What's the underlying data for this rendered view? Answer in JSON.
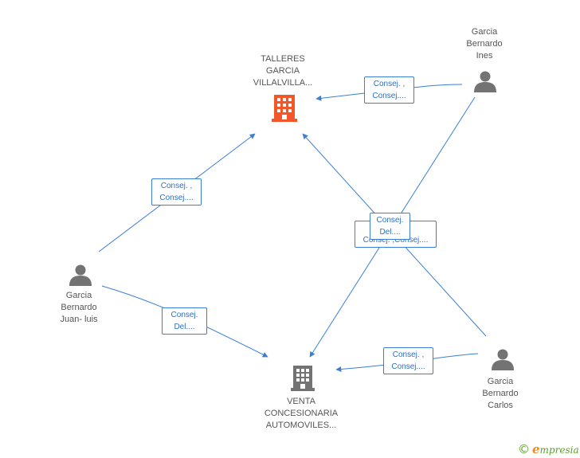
{
  "colors": {
    "edge": "#3b7fd4",
    "building_main": "#f2562a",
    "building_other": "#737373",
    "person": "#737373",
    "text": "#555555",
    "brand_green": "#5aa02c",
    "brand_orange": "#f28a1b"
  },
  "nodes": {
    "talleres": {
      "lines": [
        "TALLERES",
        "GARCIA",
        "VILLALVILLA..."
      ],
      "icon": "building-icon"
    },
    "venta": {
      "lines": [
        "VENTA",
        "CONCESIONARIA",
        "AUTOMOVILES..."
      ],
      "icon": "building-icon"
    },
    "ines": {
      "lines": [
        "Garcia",
        "Bernardo",
        "Ines"
      ],
      "icon": "person-icon"
    },
    "juan_luis": {
      "lines": [
        "Garcia",
        "Bernardo",
        "Juan- luis"
      ],
      "icon": "person-icon"
    },
    "carlos": {
      "lines": [
        "Garcia",
        "Bernardo",
        "Carlos"
      ],
      "icon": "person-icon"
    }
  },
  "edge_labels": {
    "ines_talleres": [
      "Consej. ,",
      "Consej...."
    ],
    "juan_talleres": [
      "Consej. ,",
      "Consej...."
    ],
    "juan_venta": [
      "Consej.",
      "Del...."
    ],
    "carlos_venta": [
      "Consej. ,",
      "Consej...."
    ],
    "center_back": [
      "Consej. ,Consej...."
    ],
    "center_front": [
      "Consej.",
      "Del...."
    ]
  },
  "footer": {
    "copyright_symbol": "©",
    "brand_initial": "e",
    "brand_rest": "mpresia"
  }
}
